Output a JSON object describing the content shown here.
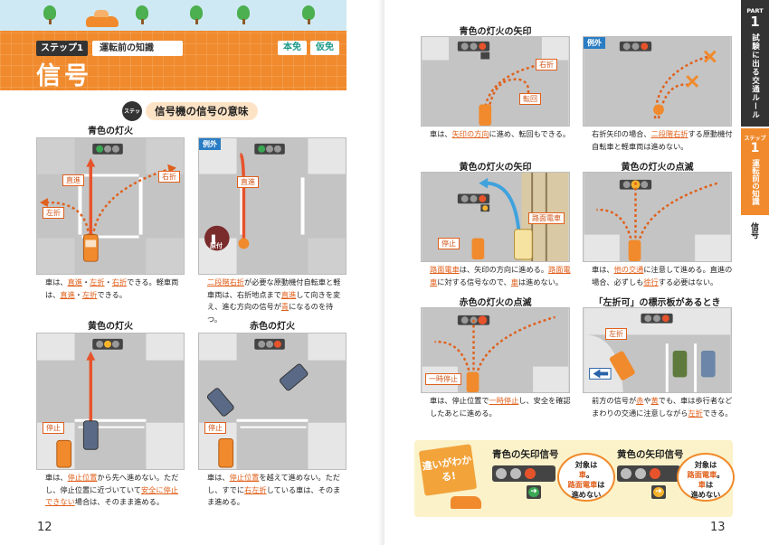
{
  "header": {
    "step_badge": "ステップ1",
    "step_title": "運転前の知識",
    "license_1": "本免",
    "license_2": "仮免",
    "main_title": "信号"
  },
  "section": {
    "icon": "ステップ",
    "title": "信号機の信号の意味"
  },
  "panels": {
    "green": {
      "title": "青色の灯火",
      "tags": [
        "直進",
        "右折",
        "左折"
      ],
      "caption": [
        "車は、",
        "直進",
        "・",
        "左折",
        "・",
        "右折",
        "できる。軽車両は、",
        "直進",
        "・",
        "左折",
        "できる。"
      ]
    },
    "green_exception": {
      "exception": "例外",
      "tags": [
        "直進"
      ],
      "sign": "原付",
      "caption": [
        "",
        "二段階右折",
        "が必要な原動機付自転車と軽車両は、右折地点まで",
        "直進",
        "して向きを変え、進む方向の信号が",
        "青",
        "になるのを待つ。"
      ]
    },
    "yellow": {
      "title": "黄色の灯火",
      "tags": [
        "停止"
      ],
      "caption": [
        "車は、",
        "停止位置",
        "から先へ進めない。ただし、停止位置に近づいていて",
        "安全に停止できない",
        "場合は、そのまま進める。"
      ]
    },
    "red": {
      "title": "赤色の灯火",
      "tags": [
        "停止"
      ],
      "caption": [
        "車は、",
        "停止位置",
        "を越えて進めない。ただし、すでに",
        "右左折",
        "している車は、そのまま進める。"
      ]
    },
    "green_arrow": {
      "title": "青色の灯火の矢印",
      "tags": [
        "右折",
        "転回"
      ],
      "caption": [
        "車は、",
        "矢印の方向",
        "に進め、転回もできる。"
      ]
    },
    "green_arrow_exception": {
      "exception": "例外",
      "caption": [
        "右折矢印の場合、",
        "二段階右折",
        "する原動機付自転車と軽車両は進めない。"
      ]
    },
    "yellow_arrow": {
      "title": "黄色の灯火の矢印",
      "tags": [
        "路面電車",
        "停止"
      ],
      "caption": [
        "",
        "路面電車",
        "は、矢印の方向に進める。",
        "路面電車",
        "に対する信号なので、",
        "車",
        "は進めない。"
      ]
    },
    "yellow_flash": {
      "title": "黄色の灯火の点滅",
      "caption": [
        "車は、",
        "他の交通",
        "に注意して進める。直進の場合、必ずしも",
        "徐行",
        "する必要はない。"
      ]
    },
    "red_flash": {
      "title": "赤色の灯火の点滅",
      "tags": [
        "一時停止"
      ],
      "caption": [
        "車は、停止位置で",
        "一時停止",
        "し、安全を確認したあとに進める。"
      ]
    },
    "left_turn_ok": {
      "title": "「左折可」の標示板があるとき",
      "tags": [
        "左折"
      ],
      "caption": [
        "前方の信号が",
        "赤",
        "や",
        "黄",
        "でも、車は歩行者などまわりの交通に注意しながら",
        "左折",
        "できる。"
      ]
    }
  },
  "summary": {
    "badge": "違いがわかる!",
    "green_title": "青色の矢印信号",
    "green_bubble": [
      "対象は",
      "車",
      "。",
      "路面電車",
      "は",
      "進めない"
    ],
    "yellow_title": "黄色の矢印信号",
    "yellow_bubble": [
      "対象は",
      "路面電車",
      "。",
      "車",
      "は",
      "進めない"
    ]
  },
  "side": {
    "part_label": "PART",
    "part_number": "1",
    "part_title": "試験に出る交通ルール",
    "step_label": "ステップ",
    "step_number": "1",
    "step_title": "運転前の知識",
    "current": "信号"
  },
  "page_numbers": {
    "left": "12",
    "right": "13"
  },
  "colors": {
    "accent": "#f08a2c",
    "arrow": "#e0601c",
    "green_lamp": "#3aa853",
    "yellow_lamp": "#f6b42c",
    "red_lamp": "#e7532b"
  }
}
